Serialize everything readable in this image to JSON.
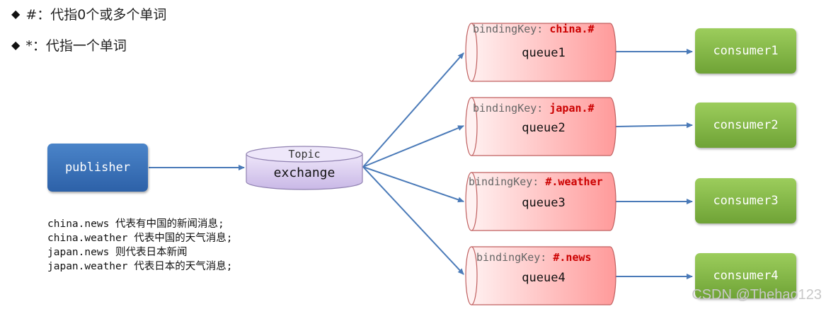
{
  "rules": [
    {
      "text": "#：代指0个或多个单词"
    },
    {
      "text": "*：代指一个单词"
    }
  ],
  "publisher": {
    "label": "publisher"
  },
  "exchange": {
    "type_label": "Topic",
    "label": "exchange"
  },
  "queues": [
    {
      "name": "queue1",
      "binding_prefix": "bindingKey: ",
      "binding_key": "china.#",
      "consumer": "consumer1"
    },
    {
      "name": "queue2",
      "binding_prefix": "bindingKey: ",
      "binding_key": "japan.#",
      "consumer": "consumer2"
    },
    {
      "name": "queue3",
      "binding_prefix": "bindingKey: ",
      "binding_key": "#.weather",
      "consumer": "consumer3"
    },
    {
      "name": "queue4",
      "binding_prefix": "bindingKey: ",
      "binding_key": "#.news",
      "consumer": "consumer4"
    }
  ],
  "routing_examples": [
    "china.news 代表有中国的新闻消息;",
    "china.weather 代表中国的天气消息;",
    "japan.news 则代表日本新闻",
    "japan.weather 代表日本的天气消息;"
  ],
  "watermark": "CSDN @Thehao123",
  "colors": {
    "publisher": "#3a72bb",
    "consumer": "#86b84a",
    "queue_fill": "#ffb3b3",
    "exchange_fill": "#dcd0f0",
    "binding_key": "#cc0000",
    "arrow": "#4a7ab8"
  }
}
